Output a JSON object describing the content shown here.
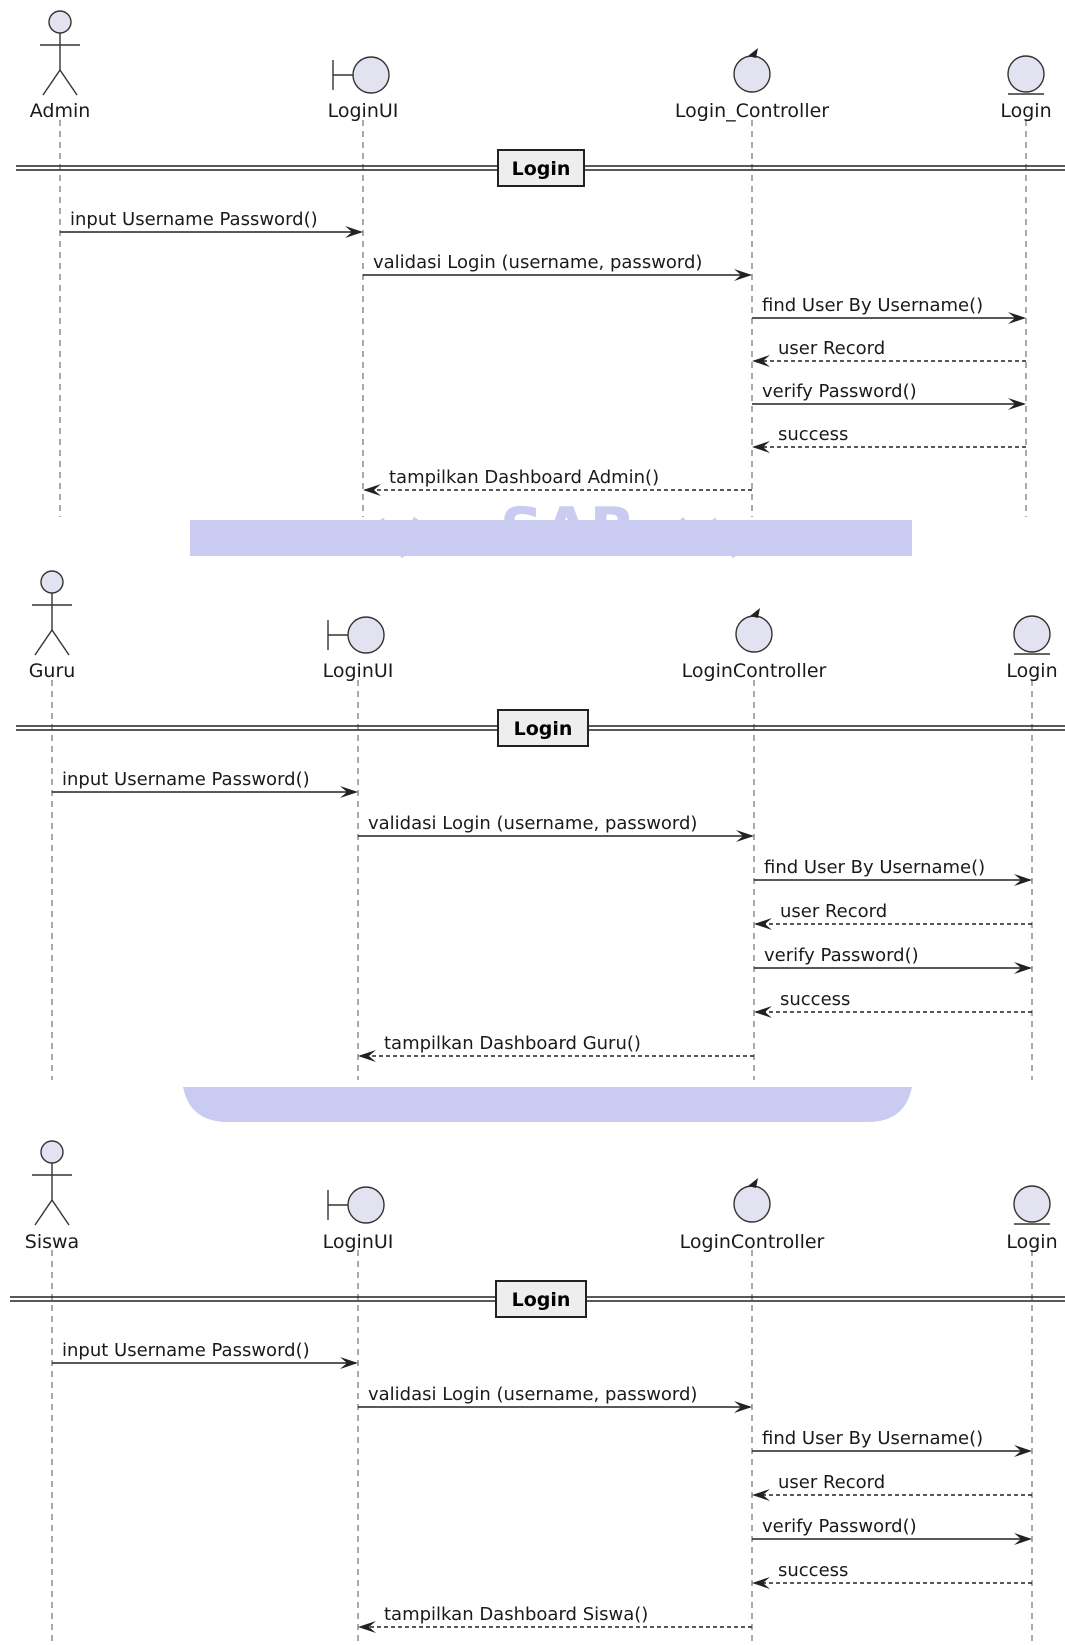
{
  "diagrams": [
    {
      "participants": [
        {
          "type": "actor",
          "name": "Admin"
        },
        {
          "type": "boundary",
          "name": "LoginUI"
        },
        {
          "type": "control",
          "name": "Login_Controller"
        },
        {
          "type": "entity",
          "name": "Login"
        }
      ],
      "divider": "Login",
      "messages": [
        {
          "from": 0,
          "to": 1,
          "text": "input Username Password()",
          "style": "solid"
        },
        {
          "from": 1,
          "to": 2,
          "text": "validasi Login (username, password)",
          "style": "solid"
        },
        {
          "from": 2,
          "to": 3,
          "text": "find User By Username()",
          "style": "solid"
        },
        {
          "from": 3,
          "to": 2,
          "text": "user Record",
          "style": "dashed"
        },
        {
          "from": 2,
          "to": 3,
          "text": "verify Password()",
          "style": "solid"
        },
        {
          "from": 3,
          "to": 2,
          "text": "success",
          "style": "dashed"
        },
        {
          "from": 2,
          "to": 1,
          "text": "tampilkan Dashboard Admin()",
          "style": "dashed"
        }
      ]
    },
    {
      "participants": [
        {
          "type": "actor",
          "name": "Guru"
        },
        {
          "type": "boundary",
          "name": "LoginUI"
        },
        {
          "type": "control",
          "name": "LoginController"
        },
        {
          "type": "entity",
          "name": "Login"
        }
      ],
      "divider": "Login",
      "messages": [
        {
          "from": 0,
          "to": 1,
          "text": "input Username Password()",
          "style": "solid"
        },
        {
          "from": 1,
          "to": 2,
          "text": "validasi Login (username, password)",
          "style": "solid"
        },
        {
          "from": 2,
          "to": 3,
          "text": "find User By Username()",
          "style": "solid"
        },
        {
          "from": 3,
          "to": 2,
          "text": "user Record",
          "style": "dashed"
        },
        {
          "from": 2,
          "to": 3,
          "text": "verify Password()",
          "style": "solid"
        },
        {
          "from": 3,
          "to": 2,
          "text": "success",
          "style": "dashed"
        },
        {
          "from": 2,
          "to": 1,
          "text": "tampilkan Dashboard Guru()",
          "style": "dashed"
        }
      ]
    },
    {
      "participants": [
        {
          "type": "actor",
          "name": "Siswa"
        },
        {
          "type": "boundary",
          "name": "LoginUI"
        },
        {
          "type": "control",
          "name": "LoginController"
        },
        {
          "type": "entity",
          "name": "Login"
        }
      ],
      "divider": "Login",
      "messages": [
        {
          "from": 0,
          "to": 1,
          "text": "input Username Password()",
          "style": "solid"
        },
        {
          "from": 1,
          "to": 2,
          "text": "validasi Login (username, password)",
          "style": "solid"
        },
        {
          "from": 2,
          "to": 3,
          "text": "find User By Username()",
          "style": "solid"
        },
        {
          "from": 3,
          "to": 2,
          "text": "user Record",
          "style": "dashed"
        },
        {
          "from": 2,
          "to": 3,
          "text": "verify Password()",
          "style": "solid"
        },
        {
          "from": 3,
          "to": 2,
          "text": "success",
          "style": "dashed"
        },
        {
          "from": 2,
          "to": 1,
          "text": "tampilkan Dashboard Siswa()",
          "style": "dashed"
        }
      ]
    }
  ],
  "watermark": "SAR",
  "colors": {
    "participant_fill": "#e2e2f0",
    "band": "#c9cbf0",
    "divider_box": "#eeeeee",
    "line": "#222222"
  }
}
